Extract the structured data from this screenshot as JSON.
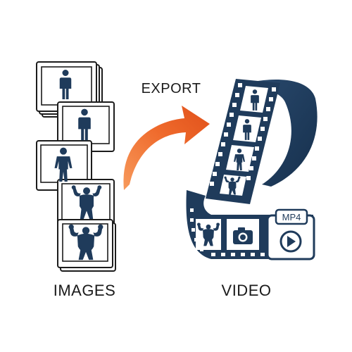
{
  "labels": {
    "images": "IMAGES",
    "export": "EXPORT",
    "video": "VIDEO",
    "format_badge": "MP4"
  },
  "icons": {
    "stack": [
      "person-standing-icon",
      "person-standing-icon",
      "person-athletic-icon",
      "person-flexing-icon",
      "person-bodybuilder-icon"
    ],
    "film": [
      "person-standing-icon",
      "person-standing-icon",
      "person-athletic-icon",
      "person-flexing-icon",
      "person-bodybuilder-icon"
    ],
    "camera": "camera-icon",
    "play": "play-icon"
  },
  "colors": {
    "outline": "#1c1c1c",
    "figure": "#1f3b5b",
    "film": "#1f3b5b",
    "arrow_light": "#f58a4a",
    "arrow_dark": "#e2531d"
  }
}
